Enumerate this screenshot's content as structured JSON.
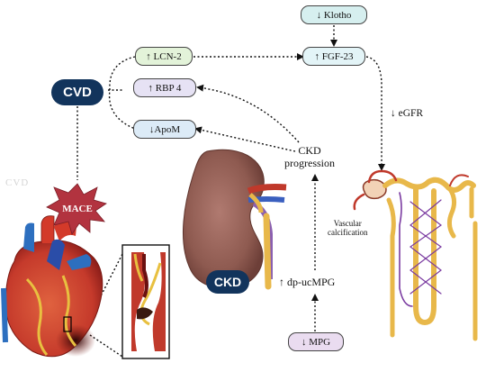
{
  "nodes": {
    "klotho": "↓ Klotho",
    "fgf23": "↑ FGF-23",
    "lcn2": "↑ LCN-2",
    "rbp4": "↑ RBP 4",
    "apom": "↓ApoM",
    "cvd": "CVD",
    "mace": "MACE",
    "ckd": "CKD",
    "mpg": "↓ MPG"
  },
  "labels": {
    "egfr": "↓ eGFR",
    "ckd_progression_line1": "CKD",
    "ckd_progression_line2": "progression",
    "dp_ucmpg": "↑ dp-ucMPG",
    "vascular_calcification_line1": "Vascular",
    "vascular_calcification_line2": "calcification",
    "watermark": "CVD"
  },
  "colors": {
    "klotho_fill": "#d6efef",
    "fgf23_fill": "#e3f4f7",
    "lcn2_fill": "#e3f3d9",
    "rbp4_fill": "#e6e2f4",
    "apom_fill": "#dcebf7",
    "mpg_fill": "#eadcf0",
    "pill_navy": "#12345c",
    "mace_red": "#b2333f",
    "arrow": "#111111"
  }
}
